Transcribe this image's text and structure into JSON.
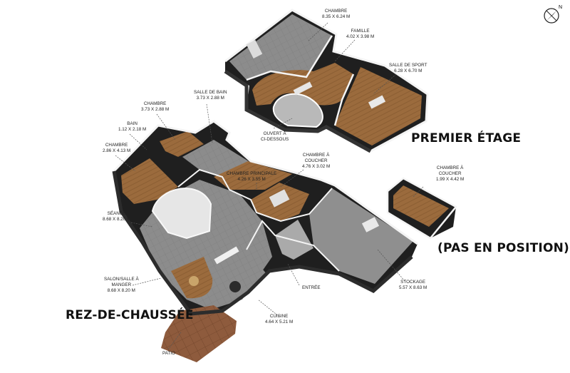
{
  "floors": {
    "upper": "PREMIER ÉTAGE",
    "ground": "REZ-DE-CHAUSSÉE",
    "detached": "(PAS EN POSITION)"
  },
  "compass": {
    "north": "N",
    "icon": "compass-icon"
  },
  "rooms": {
    "chambre_top": {
      "name": "CHAMBRE",
      "dim": "8.35 x 6.24 m"
    },
    "famille": {
      "name": "FAMILLE",
      "dim": "4.02 x 3.98 m"
    },
    "sport": {
      "name": "SALLE DE SPORT",
      "dim": "6.28 x 6.70 m"
    },
    "ouvert": {
      "name": "OUVERT À",
      "name2": "CI-DESSOUS"
    },
    "chambre_a_couch1": {
      "name": "CHAMBRE À",
      "name2": "COUCHER",
      "dim": "4.76 x 3.02 m"
    },
    "chambre_a_couch2": {
      "name": "CHAMBRE À",
      "name2": "COUCHER",
      "dim": "1.99 x 4.42 m"
    },
    "chambre_b": {
      "name": "CHAMBRE",
      "dim": "3.73 x 2.88 m"
    },
    "salle_bain": {
      "name": "SALLE DE BAIN",
      "dim": "3.73 x 2.88 m"
    },
    "bain": {
      "name": "BAIN",
      "dim": "1.12 x 2.18 m"
    },
    "chambre_c": {
      "name": "CHAMBRE",
      "dim": "2.86 x 4.13 m"
    },
    "chambre_principale": {
      "name": "CHAMBRE PRINCIPALE",
      "dim": "4.26 x 3.55 m"
    },
    "seance": {
      "name": "SÉANCE",
      "dim": "8.68 x 8.20 m"
    },
    "salon": {
      "name": "SALON/SALLE À",
      "name2": "MANGER",
      "dim": "8.68 x 8.20 m"
    },
    "entree": {
      "name": "ENTRÉE"
    },
    "stockage": {
      "name": "STOCKAGE",
      "dim": "5.57 x 8.63 m"
    },
    "cuisine": {
      "name": "CUISINE",
      "dim": "4.64 x 5.21 m"
    },
    "patio": {
      "name": "PATIO"
    }
  },
  "colors": {
    "wall": "#2a2a2a",
    "wall_top": "#f4f4f4",
    "wood": "#9a6a3c",
    "wood_dark": "#7d5230",
    "tile": "#8a8a8a",
    "tile_light": "#a9a9a9",
    "patio": "#8b5a3c",
    "leader": "#444444"
  }
}
